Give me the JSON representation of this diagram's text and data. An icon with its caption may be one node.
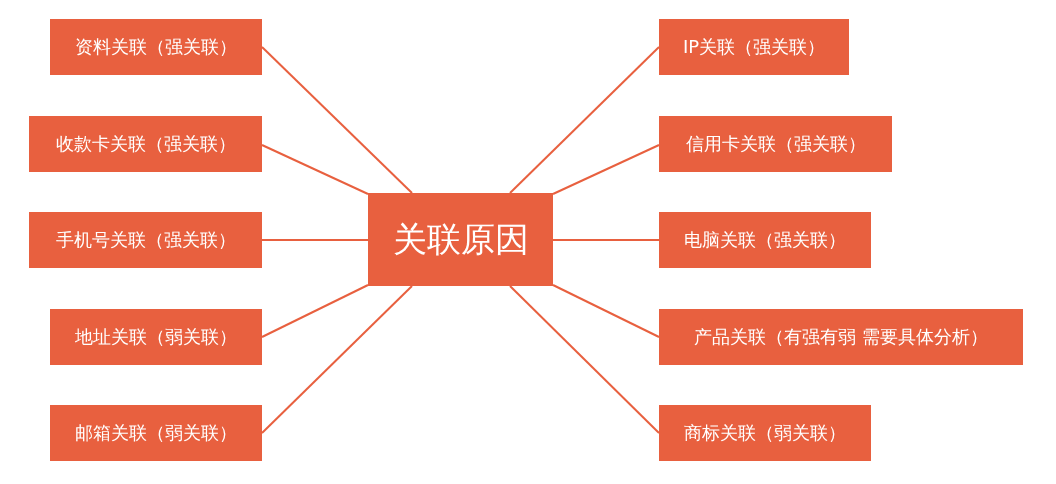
{
  "diagram": {
    "nodes": [
      {
        "text": [
          "关联原因"
        ]
      },
      {
        "text": [
          "资料关联（强关联）"
        ]
      },
      {
        "text": [
          "收款卡关联（强关联）"
        ]
      },
      {
        "text": [
          "手机号关联（强关联）"
        ]
      },
      {
        "text": [
          "地址关联（弱关联）"
        ]
      },
      {
        "text": [
          "邮箱关联（弱关联）"
        ]
      },
      {
        "text": [
          "IP关联（强关联）"
        ]
      },
      {
        "text": [
          "信用卡关联（强关联）"
        ]
      },
      {
        "text": [
          "电脑关联（强关联）"
        ]
      },
      {
        "text": [
          "产品关联（有强有弱 需要具体分析）"
        ]
      },
      {
        "text": [
          "商标关联（弱关联）"
        ]
      }
    ],
    "edges": [
      {
        "from": 0,
        "to": 1,
        "arrow": "none"
      },
      {
        "from": 0,
        "to": 2,
        "arrow": "none"
      },
      {
        "from": 0,
        "to": 3,
        "arrow": "none"
      },
      {
        "from": 0,
        "to": 4,
        "arrow": "none"
      },
      {
        "from": 0,
        "to": 5,
        "arrow": "none"
      },
      {
        "from": 0,
        "to": 6,
        "arrow": "none"
      },
      {
        "from": 0,
        "to": 7,
        "arrow": "none"
      },
      {
        "from": 0,
        "to": 8,
        "arrow": "none"
      },
      {
        "from": 0,
        "to": 9,
        "arrow": "none"
      },
      {
        "from": 0,
        "to": 10,
        "arrow": "none"
      }
    ]
  }
}
